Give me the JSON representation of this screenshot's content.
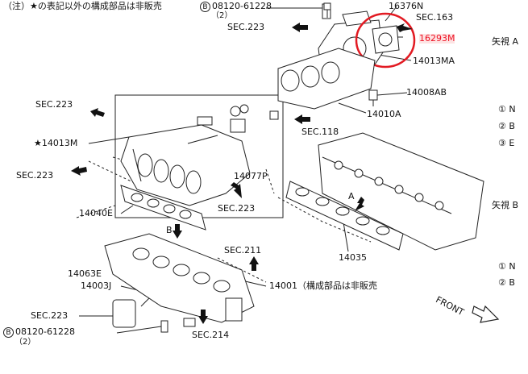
{
  "note": "（注）★の表記以外の構成部品は非販売",
  "bolt_top": {
    "code": "08120-61228",
    "qty": "（2）"
  },
  "bolt_bottom": {
    "code": "08120-61228",
    "qty": "（2）"
  },
  "labels": {
    "p16376n": "16376N",
    "sec163": "SEC.163",
    "p16293m": "16293M",
    "sec223_a": "SEC.223",
    "p14013ma": "14013MA",
    "p14008ab": "14008AB",
    "sec223_b": "SEC.223",
    "p14010a": "14010A",
    "sec118": "SEC.118",
    "p14013m": "★14013M",
    "sec223_c": "SEC.223",
    "p14077p": "14077P",
    "sec223_d": "SEC.223",
    "p14040e": "14040E",
    "view_a_mark": "A",
    "view_b_mark": "B",
    "sec211": "SEC.211",
    "p14035": "14035",
    "p14063e": "14063E",
    "p14003j": "14003J",
    "p14001": "14001（構成部品は非販売",
    "sec223_e": "SEC.223",
    "sec214": "SEC.214",
    "front": "FRONT"
  },
  "view_a": {
    "title": "矢視 A",
    "items": [
      "① N",
      "② B",
      "③ E"
    ]
  },
  "view_b": {
    "title": "矢視 B",
    "items": [
      "① N",
      "② B"
    ]
  },
  "colors": {
    "line": "#222222",
    "highlight_circle": "#e21b23",
    "highlight_text": "#e21b23"
  }
}
